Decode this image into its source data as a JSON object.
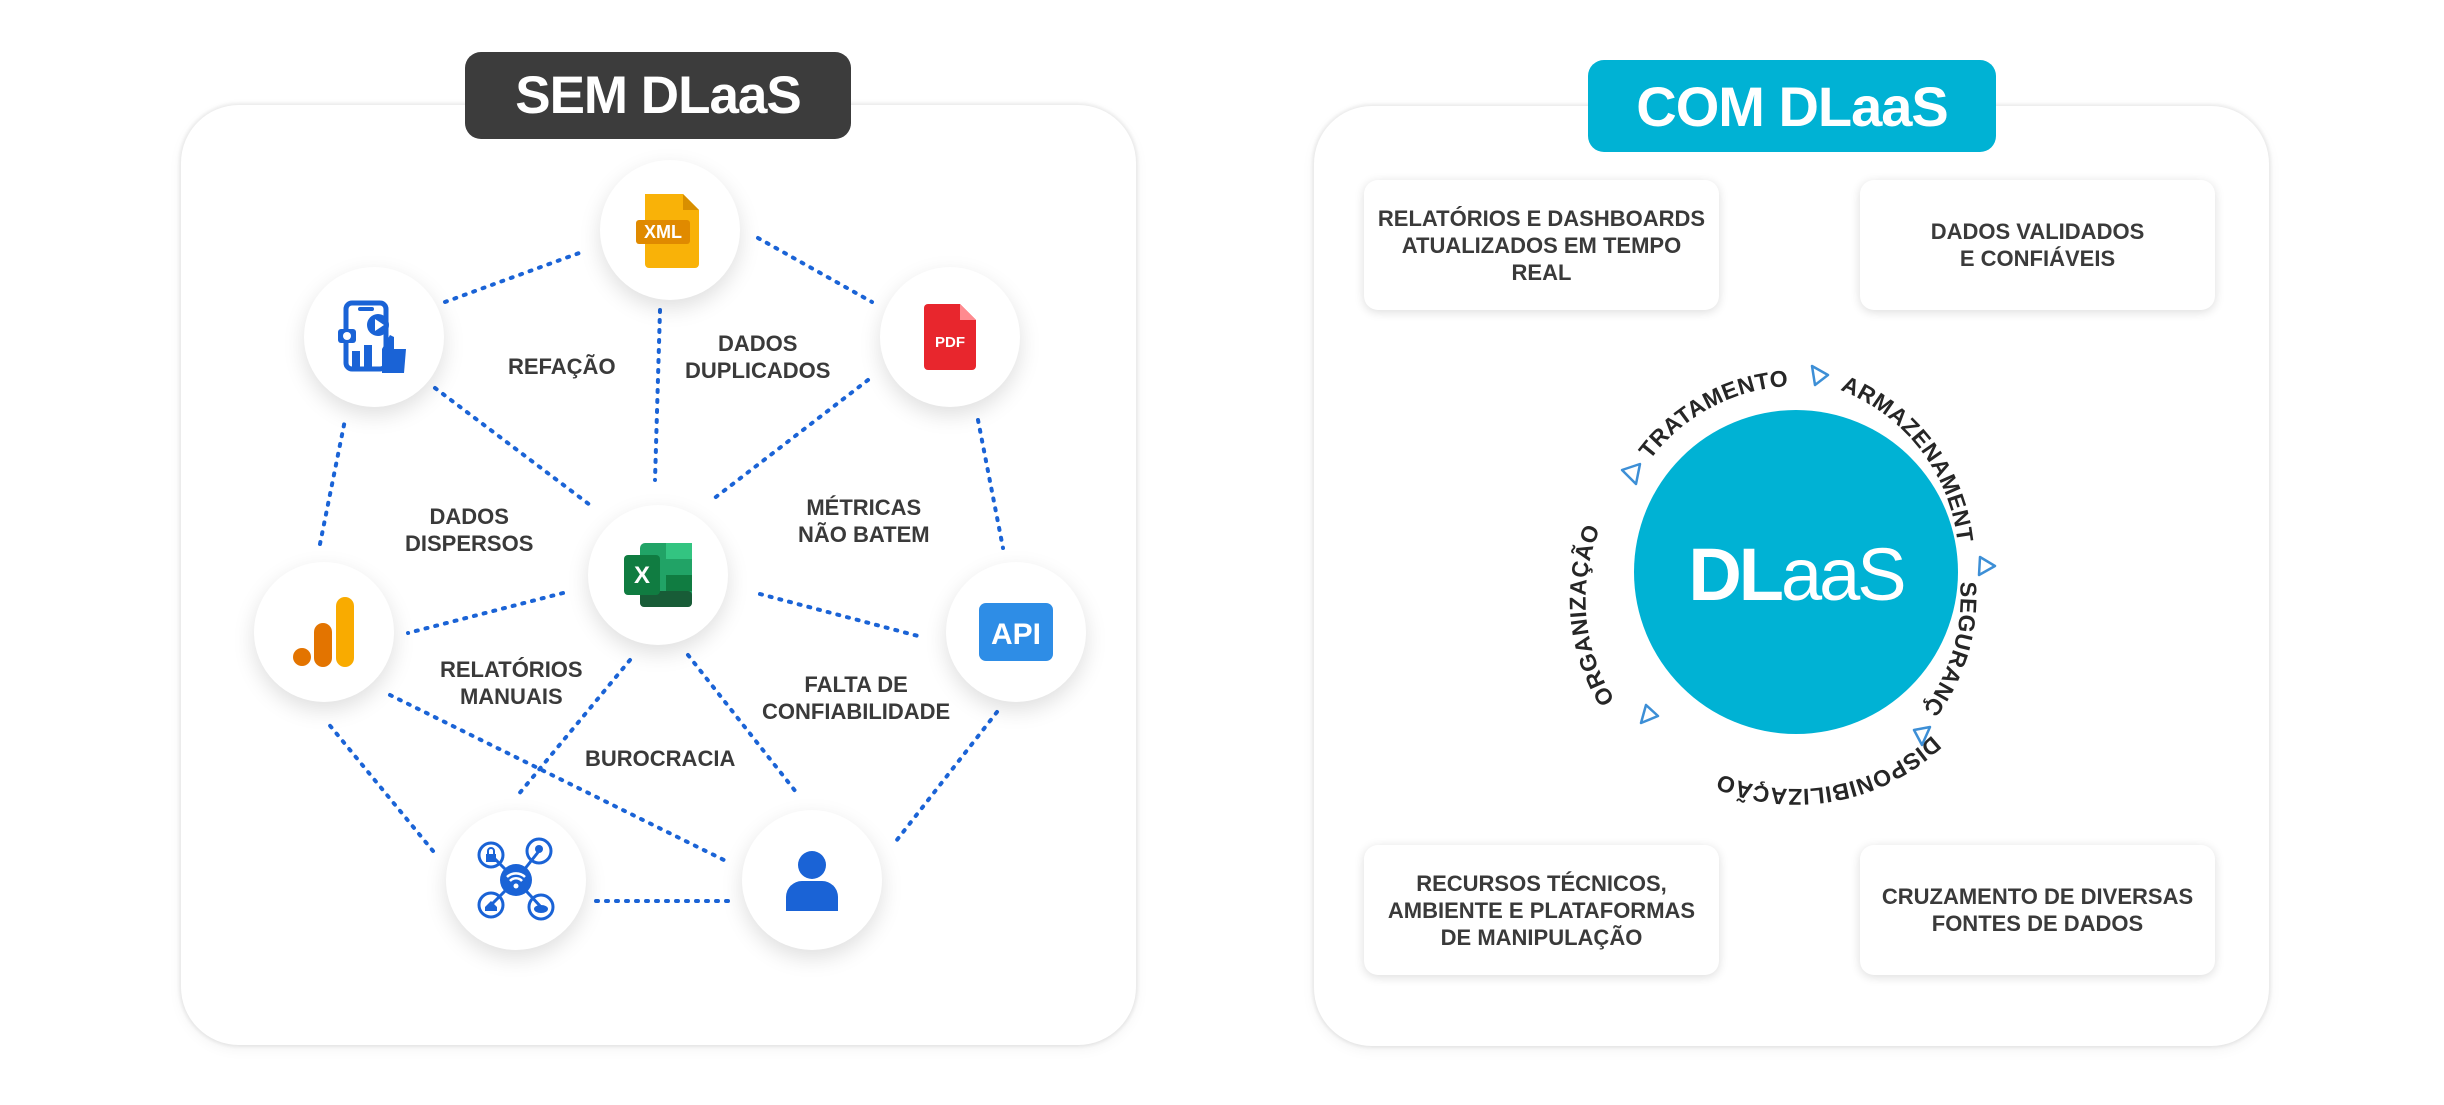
{
  "left": {
    "title": "SEM DLaaS",
    "nodes": {
      "xml_label": "XML",
      "pdf_label": "PDF",
      "api_label": "API",
      "excel_label": "X"
    },
    "labels": {
      "refacao": "REFAÇÃO",
      "dados_duplicados": [
        "DADOS",
        "DUPLICADOS"
      ],
      "dados_dispersos": [
        "DADOS",
        "DISPERSOS"
      ],
      "metricas": [
        "MÉTRICAS",
        "NÃO BATEM"
      ],
      "relatorios": [
        "RELATÓRIOS",
        "MANUAIS"
      ],
      "falta": [
        "FALTA DE",
        "CONFIABILIDADE"
      ],
      "burocracia": "BUROCRACIA"
    },
    "colors": {
      "line": "#1a63d6",
      "icon_blue": "#1a63d6"
    }
  },
  "right": {
    "title": "COM DLaaS",
    "center_bold": "DL",
    "center_light": "aaS",
    "ring_words": [
      "TRATAMENTO",
      "ARMAZENAMENTO",
      "SEGURANÇA",
      "DISPONIBILIZAÇÃO",
      "ORGANIZAÇÃO"
    ],
    "cards": {
      "top_left": [
        "RELATÓRIOS E DASHBOARDS",
        "ATUALIZADOS EM TEMPO",
        "REAL"
      ],
      "top_right": [
        "DADOS VALIDADOS",
        "E CONFIÁVEIS"
      ],
      "bottom_left": [
        "RECURSOS TÉCNICOS,",
        "AMBIENTE E PLATAFORMAS",
        "DE MANIPULAÇÃO"
      ],
      "bottom_right": [
        "CRUZAMENTO DE DIVERSAS",
        "FONTES DE DADOS"
      ]
    },
    "colors": {
      "accent": "#00b2d4",
      "arrow": "#3d8fd6"
    }
  }
}
